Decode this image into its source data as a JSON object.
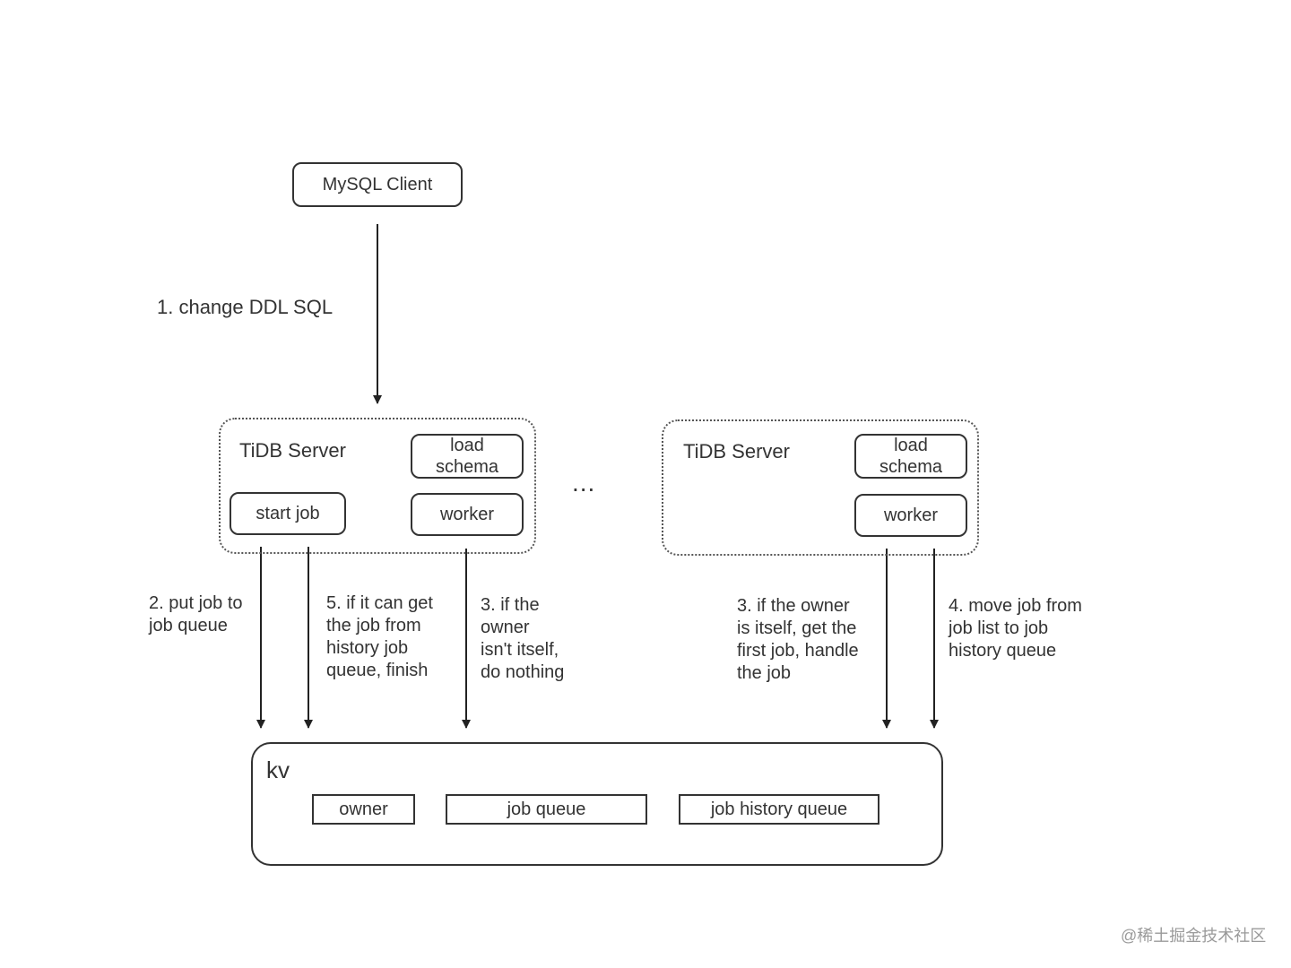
{
  "client": {
    "label": "MySQL Client"
  },
  "step1": "1.  change DDL SQL",
  "server_left": {
    "title": "TiDB Server",
    "load_schema": "load\nschema",
    "start_job": "start job",
    "worker": "worker"
  },
  "ellipsis": "...",
  "server_right": {
    "title": "TiDB Server",
    "load_schema": "load\nschema",
    "worker": "worker"
  },
  "step2": "2. put job to\njob queue",
  "step5": "5. if it can get\nthe job from\nhistory job\nqueue, finish",
  "step3_left": "3. if the\nowner\nisn't itself,\ndo nothing",
  "step3_right": "3. if the owner\nis itself, get the\nfirst job, handle\nthe job",
  "step4": "4. move job from\njob list to job\nhistory queue",
  "kv": {
    "title": "kv",
    "owner": "owner",
    "job_queue": "job queue",
    "job_history_queue": "job history queue"
  },
  "watermark": "@稀土掘金技术社区"
}
